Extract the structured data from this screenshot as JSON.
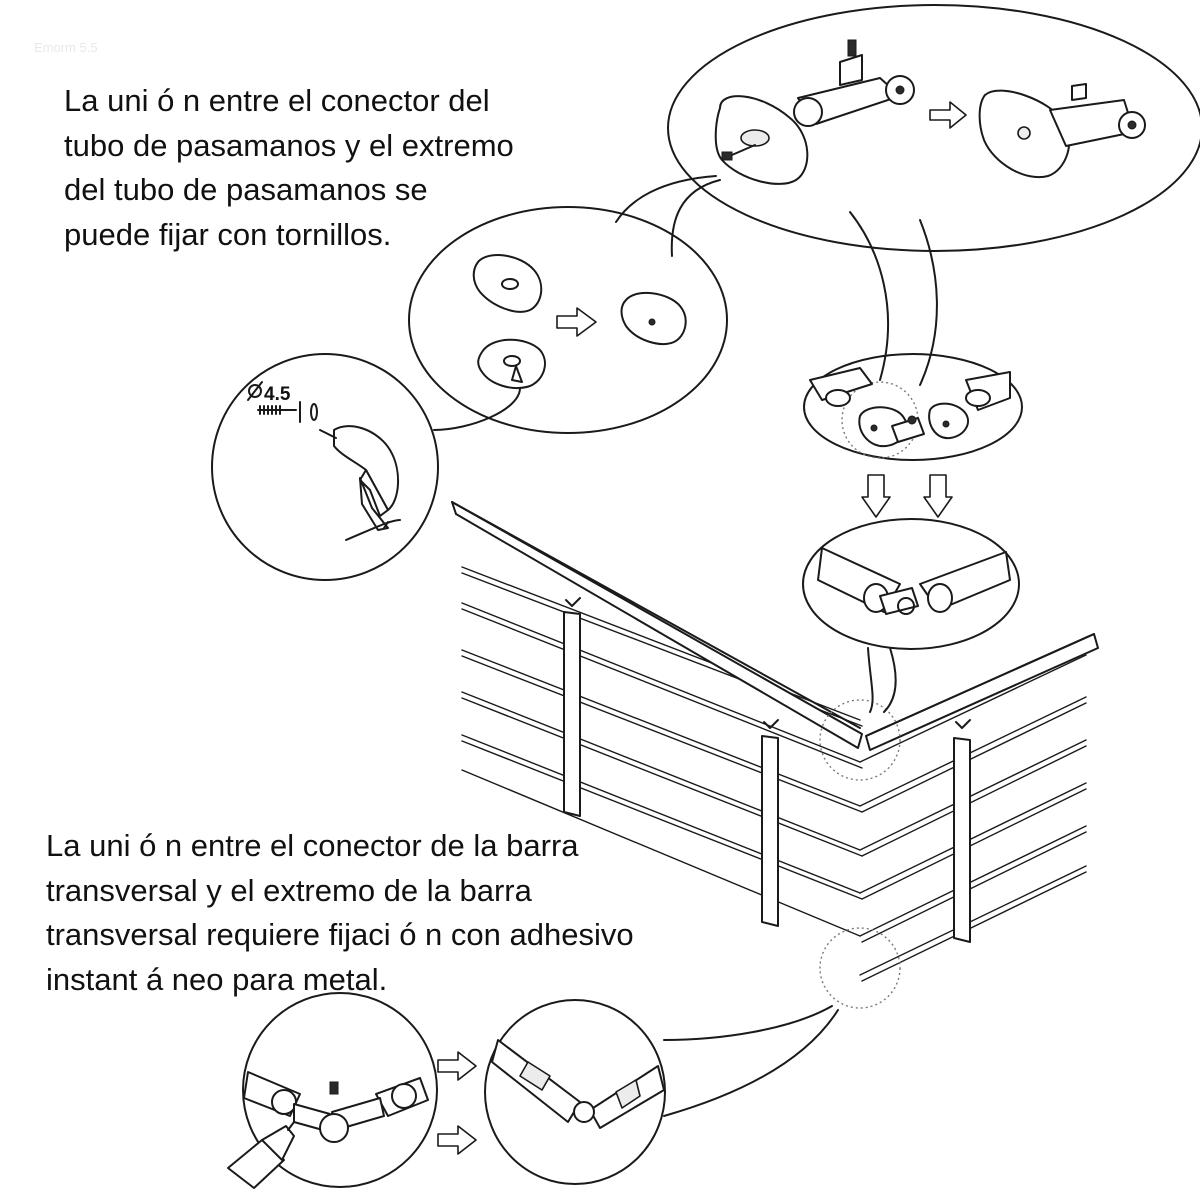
{
  "watermark": "Emorm 5.5",
  "caption_top": [
    "La uni ó n entre el conector del",
    "tubo de pasamanos y el extremo",
    "del tubo de pasamanos se",
    "puede fijar con tornillos."
  ],
  "caption_bottom": [
    "La uni ó n entre el conector de la barra",
    "transversal y el extremo de la barra",
    "transversal requiere fijaci ó n con adhesivo",
    "instant á neo para metal."
  ],
  "drill_diameter_label": "4.5",
  "colors": {
    "ink": "#1a1a1a",
    "text": "#111111",
    "dotted": "#7a7a7a"
  }
}
